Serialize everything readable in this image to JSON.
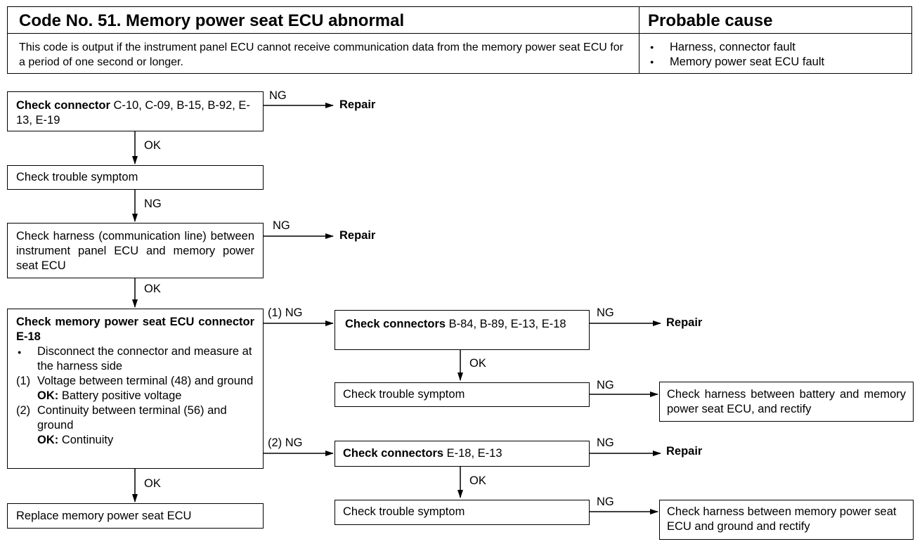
{
  "header": {
    "title": "Code No. 51. Memory power seat ECU abnormal",
    "cause_title": "Probable cause",
    "description": "This code is output if the instrument panel ECU cannot receive communication data from the memory power seat ECU for a period of one second or longer.",
    "causes": [
      "Harness, connector fault",
      "Memory power seat ECU fault"
    ]
  },
  "flow": {
    "box1_bold": "Check connector",
    "box1_text": " C-10, C-09, B-15, B-92, E-13, E-19",
    "box2_text": "Check trouble symptom",
    "box3_text": "Check harness (communication line) between instrument panel ECU and memory power seat ECU",
    "box4_title": "Check memory power seat ECU connector E-18",
    "box4_bullet": "Disconnect the connector and measure at the harness side",
    "box4_item1_num": "(1)",
    "box4_item1": "Voltage between terminal (48) and ground",
    "box4_item1_ok_label": "OK:",
    "box4_item1_ok": " Battery positive voltage",
    "box4_item2_num": "(2)",
    "box4_item2": "Continuity between terminal (56) and ground",
    "box4_item2_ok_label": "OK:",
    "box4_item2_ok": " Continuity",
    "box5_text": "Replace memory power seat ECU",
    "box6_bold": "Check connectors",
    "box6_text": " B-84, B-89, E-13, E-18",
    "box7_text": "Check trouble symptom",
    "box8_text": "Check harness between battery and memory power seat ECU, and rectify",
    "box9_bold": "Check connectors",
    "box9_text": " E-18, E-13",
    "box10_text": "Check trouble symptom",
    "box11_text": "Check harness between memory power seat ECU and ground and rectify"
  },
  "labels": {
    "ng": "NG",
    "ok": "OK",
    "ng1": "(1) NG",
    "ng2": "(2) NG",
    "repair": "Repair"
  }
}
